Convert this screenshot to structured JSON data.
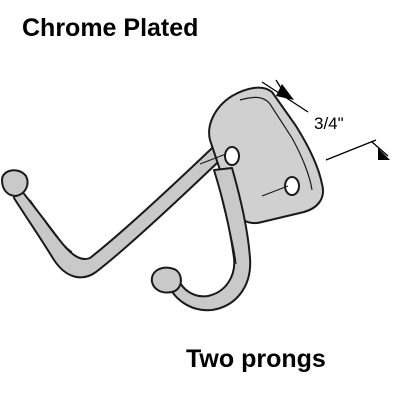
{
  "title": "Chrome Plated",
  "subtitle": "Two prongs",
  "dimension": {
    "label": "3/4\""
  },
  "colors": {
    "metal": "#c9c9c9",
    "metal_shadow": "#9a9a9a",
    "outline": "#1a1a1a",
    "background": "#ffffff"
  }
}
